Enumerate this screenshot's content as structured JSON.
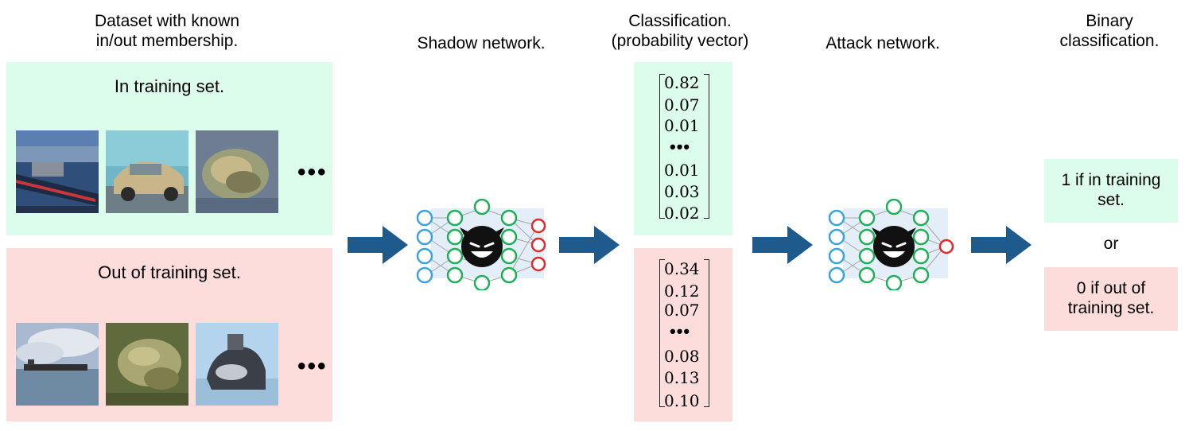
{
  "headings": {
    "dataset": "Dataset with known\nin/out membership.",
    "shadow": "Shadow network.",
    "classification": "Classification.\n(probability vector)",
    "attack": "Attack network.",
    "binary": "Binary\nclassification."
  },
  "in_box": {
    "title": "In training set.",
    "ellipsis": "•••"
  },
  "out_box": {
    "title": "Out of training set.",
    "ellipsis": "•••"
  },
  "in_vector": {
    "values": [
      "0.82",
      "0.07",
      "0.01",
      "0.01",
      "0.03",
      "0.02"
    ],
    "dots": "•••"
  },
  "out_vector": {
    "values": [
      "0.34",
      "0.12",
      "0.07",
      "0.08",
      "0.13",
      "0.10"
    ],
    "dots": "•••"
  },
  "result": {
    "in": "1 if in training\nset.",
    "or": "or",
    "out": "0 if out of\ntraining set."
  },
  "colors": {
    "green_bg": "#dcfdeb",
    "pink_bg": "#fddcdc",
    "arrow": "#1f5a8c",
    "input_node": "#3aa3dc",
    "hidden_node": "#1fae5a",
    "output_node": "#e02b2b"
  },
  "icons": {
    "devil": "smiling-devil-icon",
    "arrow": "right-arrow-icon"
  }
}
